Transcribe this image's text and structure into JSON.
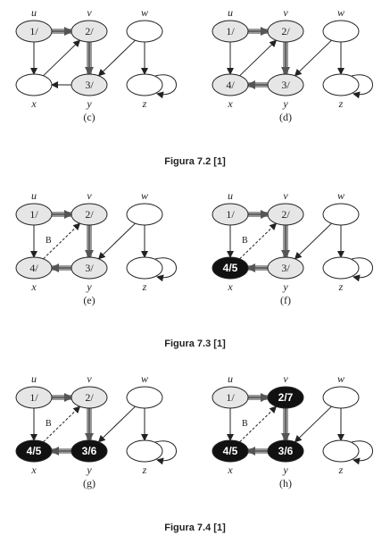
{
  "colors": {
    "node_gray": "#e6e6e6",
    "node_white": "#ffffff",
    "node_black": "#111111",
    "tree_edge": "#9a9a9a",
    "edge": "#222222"
  },
  "vertex_names": {
    "u": "u",
    "v": "v",
    "w": "w",
    "x": "x",
    "y": "y",
    "z": "z"
  },
  "edge_list": [
    [
      "u",
      "v"
    ],
    [
      "u",
      "x"
    ],
    [
      "v",
      "y"
    ],
    [
      "w",
      "y"
    ],
    [
      "w",
      "z"
    ],
    [
      "x",
      "v"
    ],
    [
      "y",
      "x"
    ],
    [
      "z",
      "z"
    ]
  ],
  "panels": [
    {
      "label": "(c)",
      "nodes": {
        "u": {
          "text": "1/",
          "state": "gray"
        },
        "v": {
          "text": "2/",
          "state": "gray"
        },
        "w": {
          "text": "",
          "state": "white"
        },
        "x": {
          "text": "",
          "state": "white"
        },
        "y": {
          "text": "3/",
          "state": "gray"
        },
        "z": {
          "text": "",
          "state": "white"
        }
      },
      "tree_edges": [
        [
          "u",
          "v"
        ],
        [
          "v",
          "y"
        ]
      ],
      "back_edges": []
    },
    {
      "label": "(d)",
      "nodes": {
        "u": {
          "text": "1/",
          "state": "gray"
        },
        "v": {
          "text": "2/",
          "state": "gray"
        },
        "w": {
          "text": "",
          "state": "white"
        },
        "x": {
          "text": "4/",
          "state": "gray"
        },
        "y": {
          "text": "3/",
          "state": "gray"
        },
        "z": {
          "text": "",
          "state": "white"
        }
      },
      "tree_edges": [
        [
          "u",
          "v"
        ],
        [
          "v",
          "y"
        ],
        [
          "y",
          "x"
        ]
      ],
      "back_edges": []
    },
    {
      "label": "(e)",
      "nodes": {
        "u": {
          "text": "1/",
          "state": "gray"
        },
        "v": {
          "text": "2/",
          "state": "gray"
        },
        "w": {
          "text": "",
          "state": "white"
        },
        "x": {
          "text": "4/",
          "state": "gray"
        },
        "y": {
          "text": "3/",
          "state": "gray"
        },
        "z": {
          "text": "",
          "state": "white"
        }
      },
      "tree_edges": [
        [
          "u",
          "v"
        ],
        [
          "v",
          "y"
        ],
        [
          "y",
          "x"
        ]
      ],
      "back_edges": [
        [
          "x",
          "v",
          "B"
        ]
      ]
    },
    {
      "label": "(f)",
      "nodes": {
        "u": {
          "text": "1/",
          "state": "gray"
        },
        "v": {
          "text": "2/",
          "state": "gray"
        },
        "w": {
          "text": "",
          "state": "white"
        },
        "x": {
          "text": "4/5",
          "state": "black"
        },
        "y": {
          "text": "3/",
          "state": "gray"
        },
        "z": {
          "text": "",
          "state": "white"
        }
      },
      "tree_edges": [
        [
          "u",
          "v"
        ],
        [
          "v",
          "y"
        ],
        [
          "y",
          "x"
        ]
      ],
      "back_edges": [
        [
          "x",
          "v",
          "B"
        ]
      ]
    },
    {
      "label": "(g)",
      "nodes": {
        "u": {
          "text": "1/",
          "state": "gray"
        },
        "v": {
          "text": "2/",
          "state": "gray"
        },
        "w": {
          "text": "",
          "state": "white"
        },
        "x": {
          "text": "4/5",
          "state": "black"
        },
        "y": {
          "text": "3/6",
          "state": "black"
        },
        "z": {
          "text": "",
          "state": "white"
        }
      },
      "tree_edges": [
        [
          "u",
          "v"
        ],
        [
          "v",
          "y"
        ],
        [
          "y",
          "x"
        ]
      ],
      "back_edges": [
        [
          "x",
          "v",
          "B"
        ]
      ]
    },
    {
      "label": "(h)",
      "nodes": {
        "u": {
          "text": "1/",
          "state": "gray"
        },
        "v": {
          "text": "2/7",
          "state": "black"
        },
        "w": {
          "text": "",
          "state": "white"
        },
        "x": {
          "text": "4/5",
          "state": "black"
        },
        "y": {
          "text": "3/6",
          "state": "black"
        },
        "z": {
          "text": "",
          "state": "white"
        }
      },
      "tree_edges": [
        [
          "u",
          "v"
        ],
        [
          "v",
          "y"
        ],
        [
          "y",
          "x"
        ]
      ],
      "back_edges": [
        [
          "x",
          "v",
          "B"
        ]
      ]
    }
  ],
  "captions": [
    "Figura 7.2 [1]",
    "Figura 7.3 [1]",
    "Figura 7.4 [1]"
  ]
}
